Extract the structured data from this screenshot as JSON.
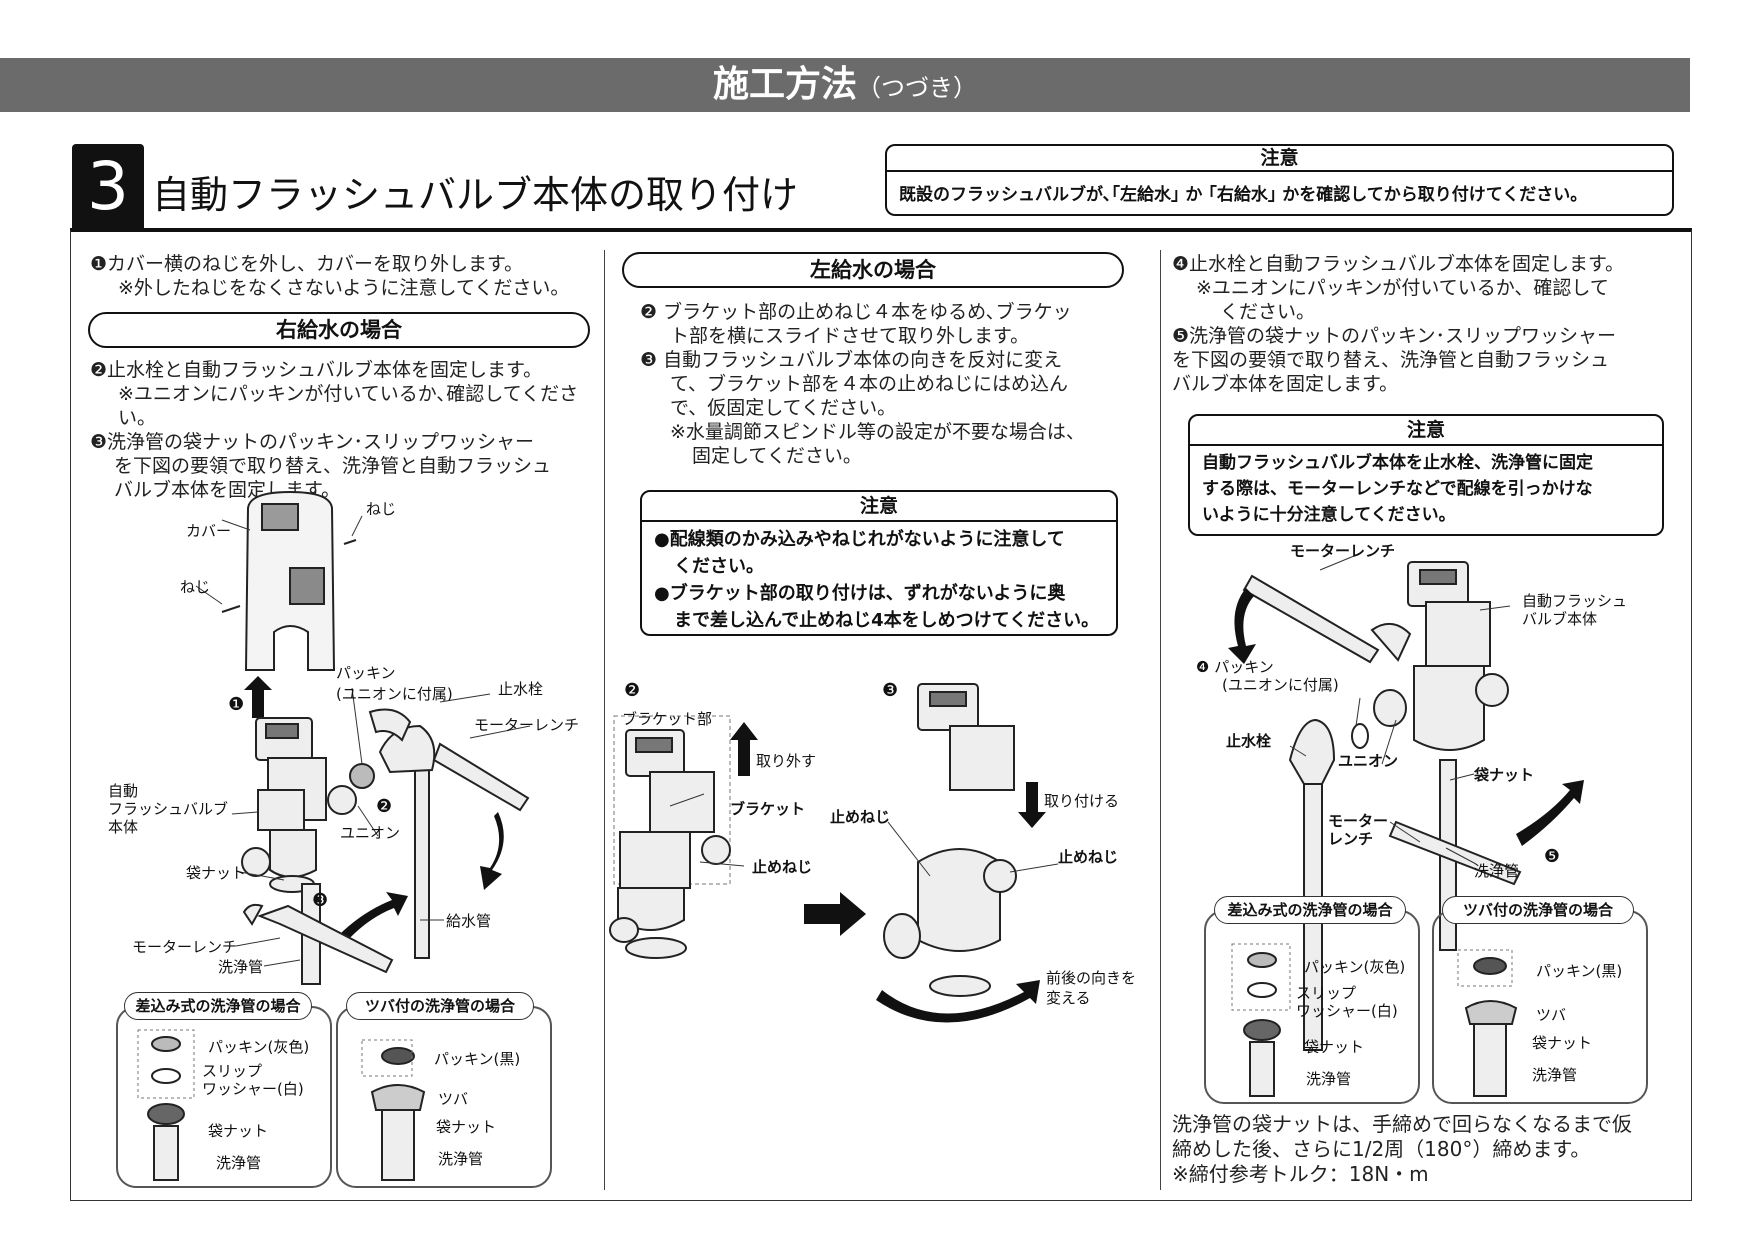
{
  "header": {
    "title": "施工方法",
    "subtitle": "（つづき）"
  },
  "step": {
    "number": "3",
    "title": "自動フラッシュバルブ本体の取り付け"
  },
  "top_note": {
    "head": "注意",
    "body": "既設のフラッシュバルブが､｢左給水｣ か ｢右給水｣ かを確認してから取り付けてください。"
  },
  "col1": {
    "s1_line1": "❶カバー横のねじを外し、カバーを取り外します。",
    "s1_line2": "※外したねじをなくさないように注意してください。",
    "pill": "右給水の場合",
    "s2_line1": "❷止水栓と自動フラッシュバルブ本体を固定します。",
    "s2_line2": "※ユニオンにパッキンが付いているか､確認してください。",
    "s3_line1": "❸洗浄管の袋ナットのパッキン･スリップワッシャー",
    "s3_line2": "を下図の要領で取り替え、洗浄管と自動フラッシュ",
    "s3_line3": "バルブ本体を固定します。",
    "labels": {
      "cover": "カバー",
      "screw1": "ねじ",
      "screw2": "ねじ",
      "packing1": "パッキン",
      "packing2": "(ユニオンに付属)",
      "stopcock": "止水栓",
      "wrench1": "モーターレンチ",
      "body1": "自動",
      "body2": "フラッシュバルブ",
      "body3": "本体",
      "union": "ユニオン",
      "nut": "袋ナット",
      "wrench2": "モーターレンチ",
      "flush_pipe": "洗浄管",
      "supply_pipe": "給水管",
      "m1": "❶",
      "m2": "❷",
      "m3": "❸"
    },
    "case_a": {
      "tag": "差込み式の洗浄管の場合",
      "packing": "パッキン(灰色)",
      "slip1": "スリップ",
      "slip2": "ワッシャー(白)",
      "nut": "袋ナット",
      "pipe": "洗浄管"
    },
    "case_b": {
      "tag": "ツバ付の洗浄管の場合",
      "packing": "パッキン(黒)",
      "flange": "ツバ",
      "nut": "袋ナット",
      "pipe": "洗浄管"
    }
  },
  "col2": {
    "pill": "左給水の場合",
    "s2_line1": "❷ ブラケット部の止めねじ４本をゆるめ､ブラケッ",
    "s2_line2": "ト部を横にスライドさせて取り外します。",
    "s3_line1": "❸ 自動フラッシュバルブ本体の向きを反対に変え",
    "s3_line2": "て、ブラケット部を４本の止めねじにはめ込ん",
    "s3_line3": "で、仮固定してください。",
    "s3_line4": "※水量調節スピンドル等の設定が不要な場合は、",
    "s3_line5": "固定してください。",
    "note": {
      "head": "注意",
      "l1": "●配線類のかみ込みやねじれがないように注意して",
      "l2": "ください。",
      "l3": "●ブラケット部の取り付けは、ずれがないように奥",
      "l4": "まで差し込んで止めねじ4本をしめつけてください。"
    },
    "labels": {
      "m2": "❷",
      "m3": "❸",
      "bracket_part": "ブラケット部",
      "remove": "取り外す",
      "bracket": "ブラケット",
      "set_screw1": "止めねじ",
      "set_screw2": "止めねじ",
      "set_screw3": "止めねじ",
      "attach": "取り付ける",
      "flip1": "前後の向きを",
      "flip2": "変える"
    }
  },
  "col3": {
    "s4_line1": "❹止水栓と自動フラッシュバルブ本体を固定します。",
    "s4_line2": "※ユニオンにパッキンが付いているか、確認して",
    "s4_line3": "ください。",
    "s5_line1": "❺洗浄管の袋ナットのパッキン･スリップワッシャー",
    "s5_line2": "を下図の要領で取り替え、洗浄管と自動フラッシュ",
    "s5_line3": "バルブ本体を固定します。",
    "note": {
      "head": "注意",
      "l1": "自動フラッシュバルブ本体を止水栓、洗浄管に固定",
      "l2": "する際は、モーターレンチなどで配線を引っかけな",
      "l3": "いように十分注意してください。"
    },
    "labels": {
      "wrench1": "モーターレンチ",
      "body1": "自動フラッシュ",
      "body2": "バルブ本体",
      "packing1": "パッキン",
      "packing2": "(ユニオンに付属)",
      "m4": "❹",
      "m5": "❺",
      "stopcock": "止水栓",
      "union": "ユニオン",
      "nut": "袋ナット",
      "wrench2a": "モーター",
      "wrench2b": "レンチ",
      "flush_pipe": "洗浄管"
    },
    "case_a": {
      "tag": "差込み式の洗浄管の場合",
      "packing": "パッキン(灰色)",
      "slip1": "スリップ",
      "slip2": "ワッシャー(白)",
      "nut": "袋ナット",
      "pipe": "洗浄管"
    },
    "case_b": {
      "tag": "ツバ付の洗浄管の場合",
      "packing": "パッキン(黒)",
      "flange": "ツバ",
      "nut": "袋ナット",
      "pipe": "洗浄管"
    },
    "footer1": "洗浄管の袋ナットは、手締めで回らなくなるまで仮",
    "footer2": "締めした後、さらに1/2周（180°）締めます。",
    "footer3": "※締付参考トルク：18N・m"
  }
}
